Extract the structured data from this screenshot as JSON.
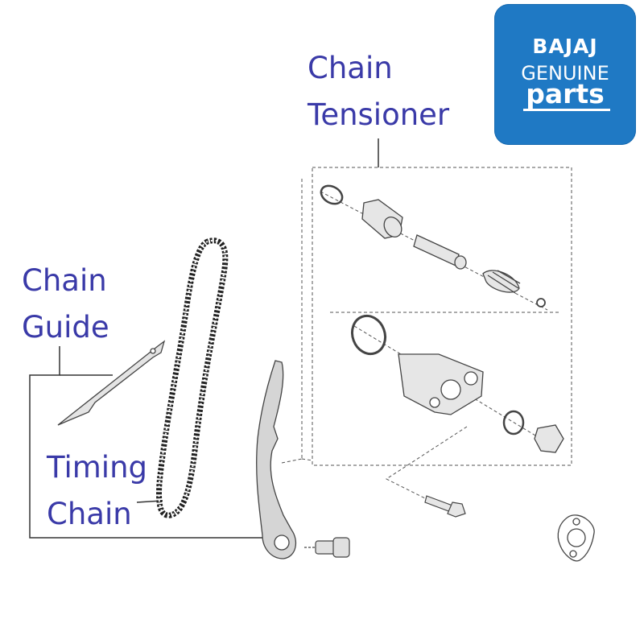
{
  "labels": {
    "chain_tensioner_line1": "Chain",
    "chain_tensioner_line2": "Tensioner",
    "chain_guide_line1": "Chain",
    "chain_guide_line2": "Guide",
    "timing_chain_line1": "Timing",
    "timing_chain_line2": "Chain"
  },
  "logo": {
    "brand": "BAJAJ",
    "line2": "GENUINE",
    "line3": "parts"
  },
  "colors": {
    "label": "#3a3aa8",
    "logo_bg": "#1f79c4",
    "part_fill": "#d8d8d8",
    "line": "#333333"
  }
}
